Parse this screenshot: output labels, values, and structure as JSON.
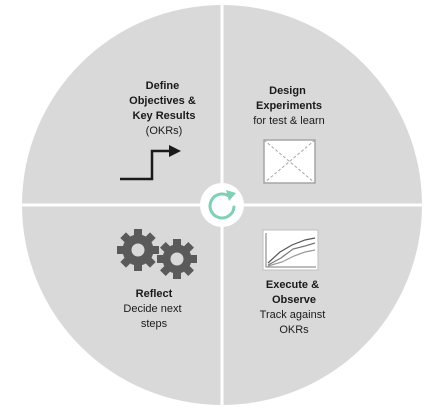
{
  "quadrants": {
    "define": {
      "title_lines": [
        "Define",
        "Objectives &",
        "Key Results"
      ],
      "subtitle_lines": [
        "(OKRs)"
      ],
      "icon": "step-up-arrow-icon"
    },
    "design": {
      "title_lines": [
        "Design",
        "Experiments"
      ],
      "subtitle_lines": [
        "for test & learn"
      ],
      "icon": "image-placeholder-icon"
    },
    "reflect": {
      "title_lines": [
        "Reflect"
      ],
      "subtitle_lines": [
        "Decide next",
        "steps"
      ],
      "icon": "gears-icon"
    },
    "execute": {
      "title_lines": [
        "Execute &",
        "Observe"
      ],
      "subtitle_lines": [
        "Track against",
        "OKRs"
      ],
      "icon": "line-chart-icon"
    }
  },
  "center": {
    "icon": "refresh-cycle-icon",
    "accent_color": "#7fd0b4"
  },
  "colors": {
    "circle_fill": "#d9d9d9",
    "divider": "#ffffff",
    "icon_dark": "#5a5a5a",
    "text": "#1a1a1a"
  }
}
